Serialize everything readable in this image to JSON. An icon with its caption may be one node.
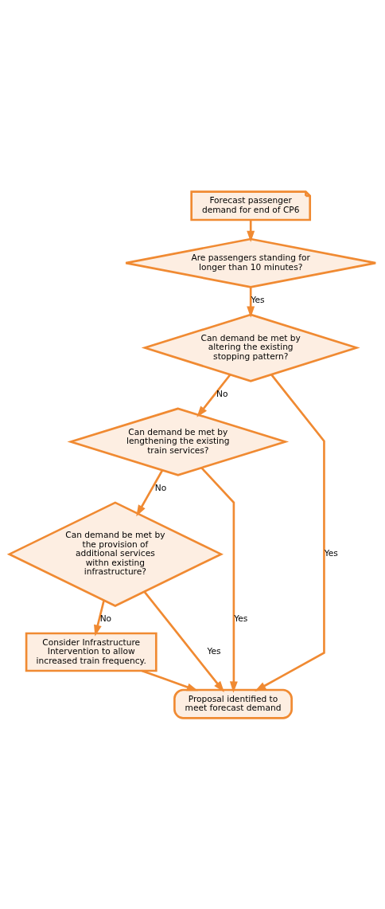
{
  "diagram": {
    "nodes": [
      {
        "text": [
          "Forecast passenger demand for end of CP6"
        ]
      },
      {
        "text": [
          "Are passengers standing for longer than 10 minutes?"
        ]
      },
      {
        "text": [
          "Can demand be met by altering the existing stopping pattern?"
        ]
      },
      {
        "text": [
          "Can demand be met by lengthening the existing train services?"
        ]
      },
      {
        "text": [
          "Can demand be met by the provision of additional services withn existing infrastructure?"
        ]
      },
      {
        "text": [
          "Consider Infrastructure Intervention to allow increased train frequency."
        ]
      },
      {
        "text": [
          "Proposal identified to meet forecast demand"
        ]
      }
    ],
    "edges": [
      {
        "from": 0,
        "to": 1,
        "arrow": "to"
      },
      {
        "from": 1,
        "to": 2,
        "arrow": "to",
        "label": "Yes"
      },
      {
        "from": 2,
        "to": 3,
        "arrow": "to",
        "label": "No"
      },
      {
        "from": 3,
        "to": 4,
        "arrow": "to",
        "label": "No"
      },
      {
        "from": 4,
        "to": 5,
        "arrow": "to",
        "label": "No"
      },
      {
        "from": 2,
        "to": 6,
        "arrow": "to",
        "label": "Yes"
      },
      {
        "from": 3,
        "to": 6,
        "arrow": "to",
        "label": "Yes"
      },
      {
        "from": 4,
        "to": 6,
        "arrow": "to",
        "label": "Yes"
      },
      {
        "from": 5,
        "to": 6,
        "arrow": "to"
      }
    ]
  }
}
